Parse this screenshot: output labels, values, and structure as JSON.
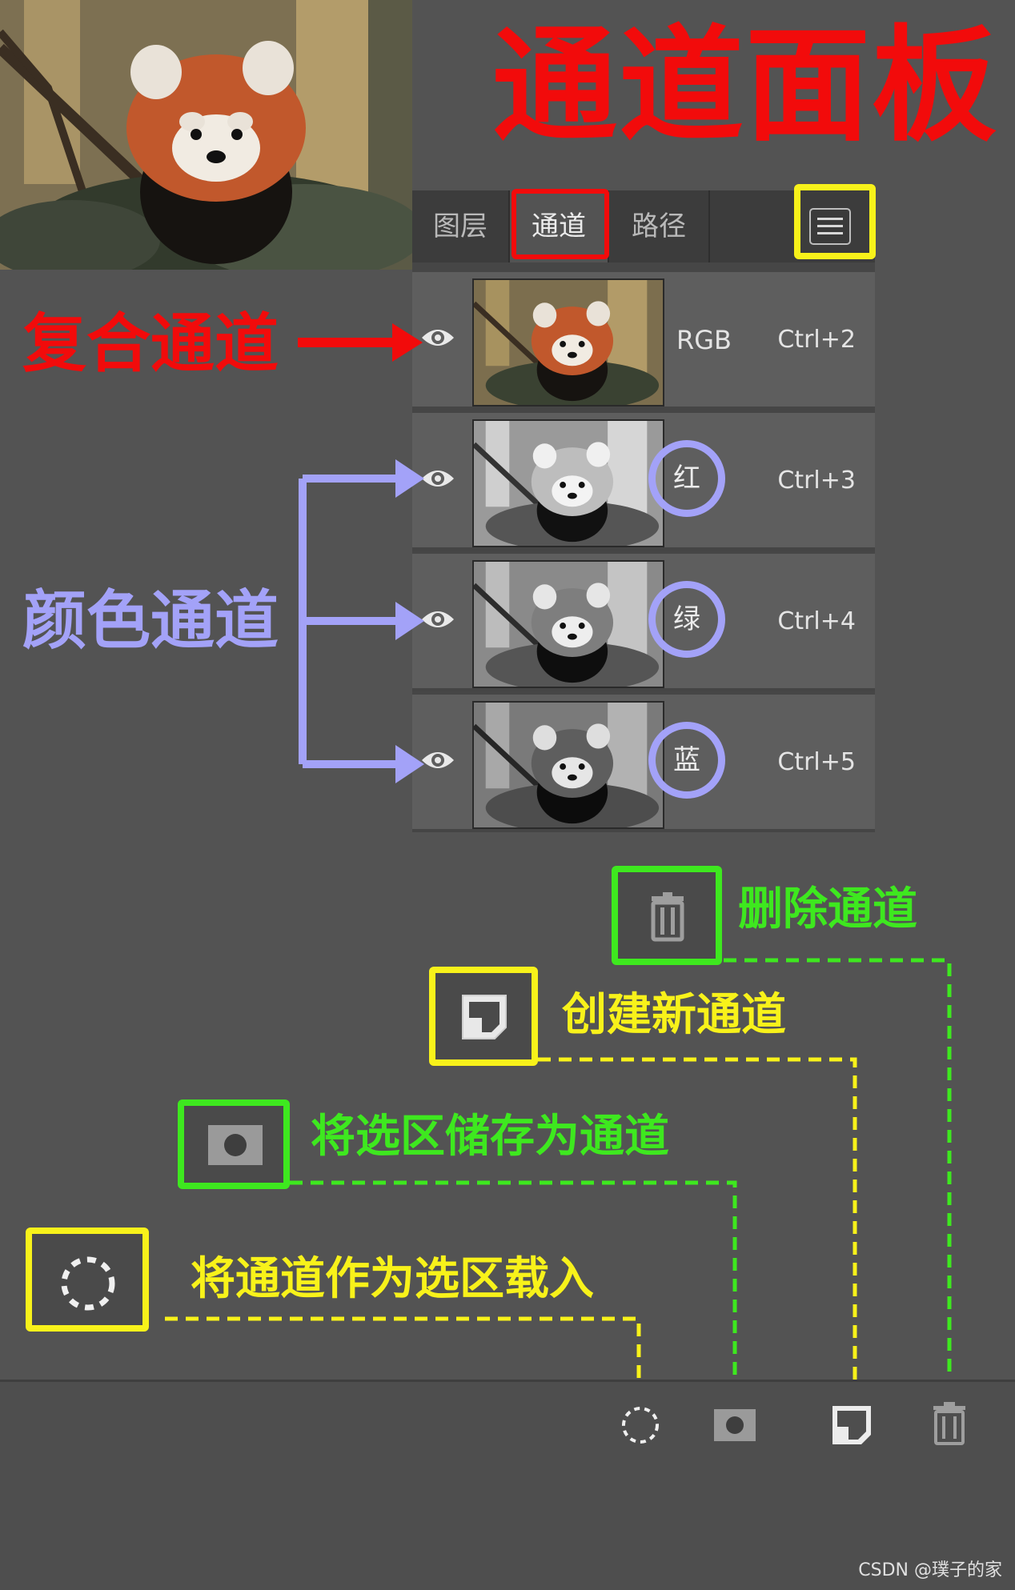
{
  "title": "通道面板",
  "tabs": [
    {
      "label": "图层",
      "active": false
    },
    {
      "label": "通道",
      "active": true
    },
    {
      "label": "路径",
      "active": false
    }
  ],
  "channels": [
    {
      "name": "RGB",
      "shortcut": "Ctrl+2",
      "visible": true
    },
    {
      "name": "红",
      "shortcut": "Ctrl+3",
      "visible": true
    },
    {
      "name": "绿",
      "shortcut": "Ctrl+4",
      "visible": true
    },
    {
      "name": "蓝",
      "shortcut": "Ctrl+5",
      "visible": true
    }
  ],
  "annotations": {
    "composite": "复合通道",
    "color": "颜色通道",
    "delete": "删除通道",
    "create": "创建新通道",
    "save_selection": "将选区储存为通道",
    "load_selection": "将通道作为选区载入"
  },
  "icons": {
    "menu": "menu-icon",
    "eye": "eye-icon",
    "load": "dashed-circle-icon",
    "save": "mask-icon",
    "new": "new-channel-icon",
    "delete": "trash-icon"
  },
  "colors": {
    "red": "#f20b0b",
    "purple": "#a3a2f8",
    "green": "#3ee81f",
    "yellow": "#f8f21a"
  },
  "credit": "CSDN @璞子的家"
}
